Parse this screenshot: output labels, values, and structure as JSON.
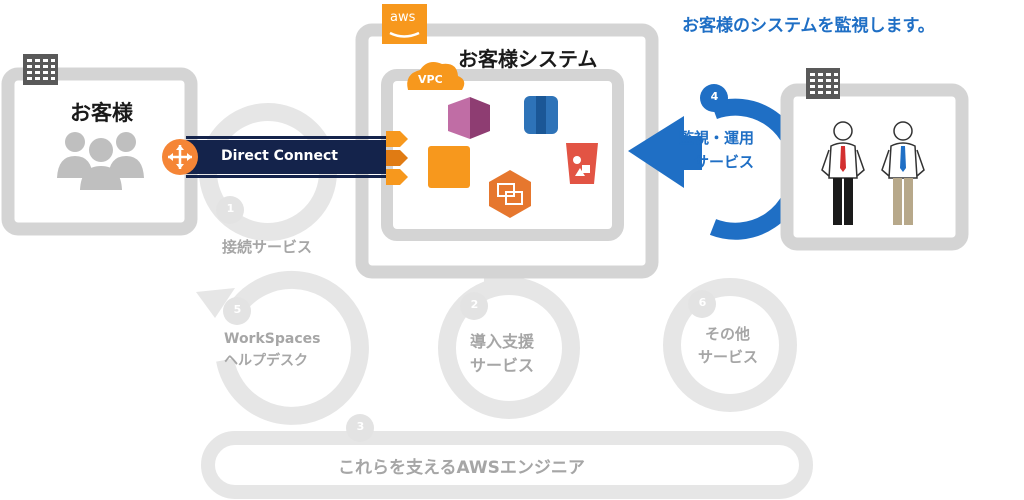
{
  "header": {
    "tagline": "お客様のシステムを監視します。"
  },
  "customer": {
    "title": "お客様"
  },
  "aws": {
    "badge": "aws",
    "system_title": "お客様システム",
    "vpc_label": "VPC"
  },
  "link": {
    "label": "Direct Connect"
  },
  "services": [
    {
      "number": "1",
      "line1": "接続サービス",
      "line2": ""
    },
    {
      "number": "2",
      "line1": "導入支援",
      "line2": "サービス"
    },
    {
      "number": "3",
      "line1": "これらを支えるAWSエンジニア",
      "line2": ""
    },
    {
      "number": "4",
      "line1": "監視・運用",
      "line2": "サービス"
    },
    {
      "number": "5",
      "line1": "WorkSpaces",
      "line2": "ヘルプデスク"
    },
    {
      "number": "6",
      "line1": "その他",
      "line2": "サービス"
    }
  ],
  "colors": {
    "accent_blue": "#1f6fc5",
    "navy": "#14234b",
    "gray_ring": "#e6e6e6",
    "gray_text": "#a6a6a6",
    "aws_orange": "#f7981d",
    "router_orange": "#f58536"
  }
}
